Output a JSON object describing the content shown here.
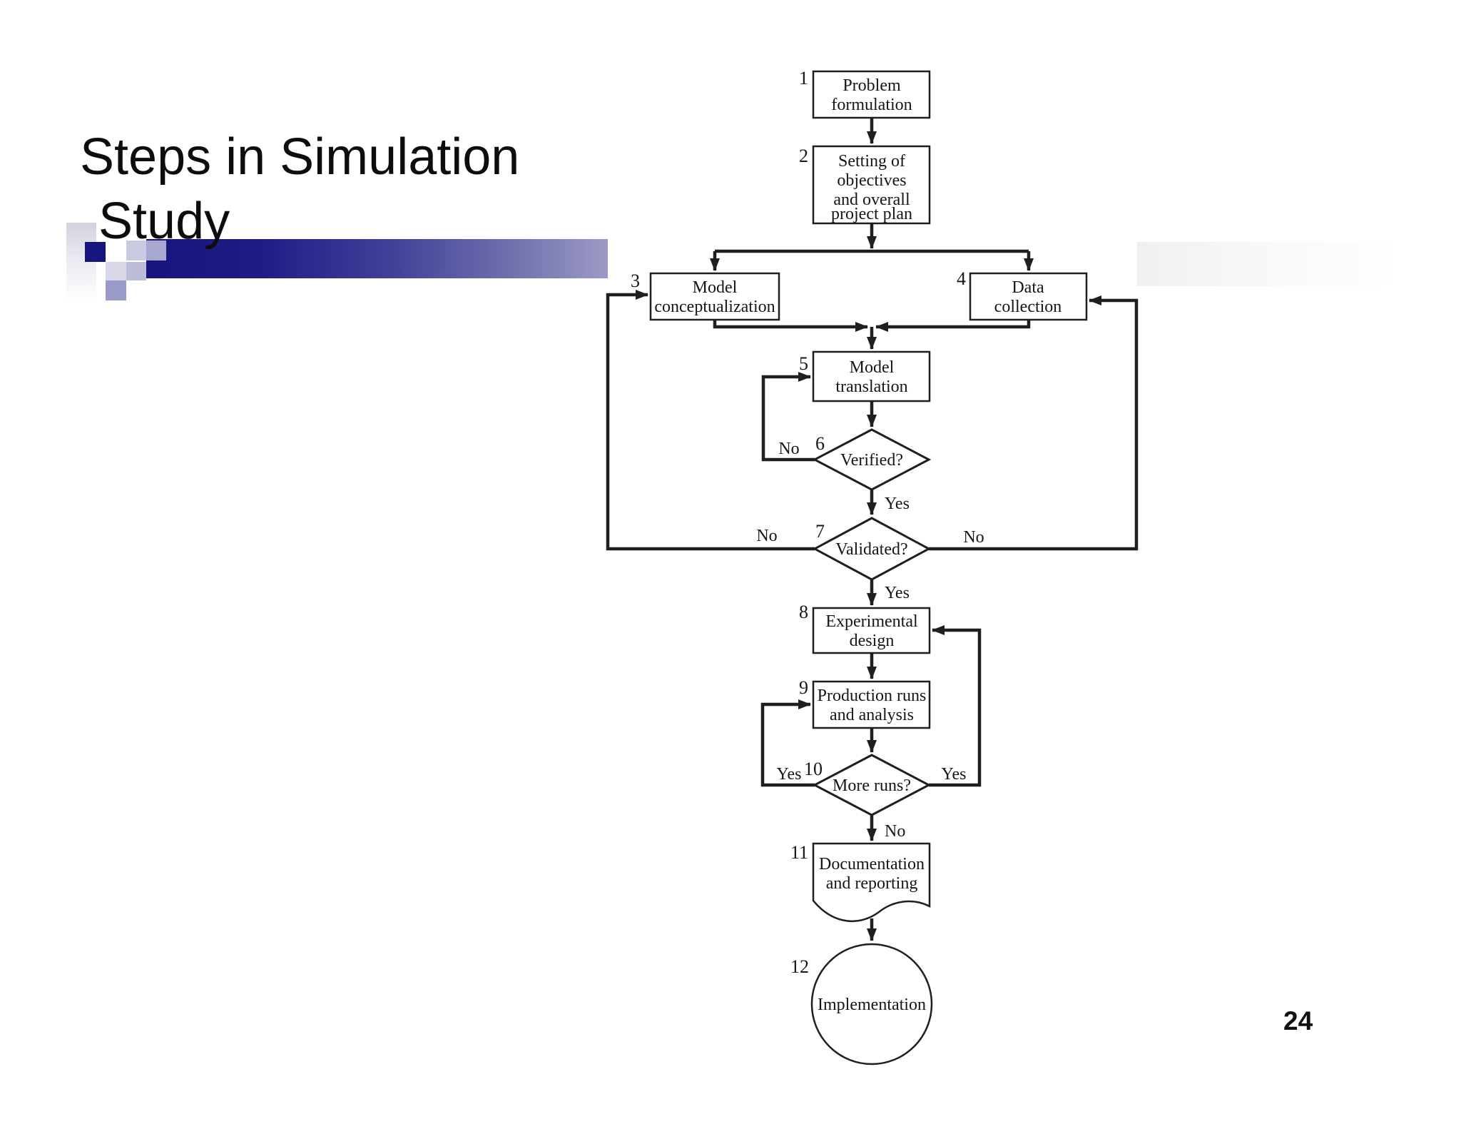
{
  "slide": {
    "title_line1": "Steps in Simulation",
    "title_line2": "Study",
    "page_number": "24"
  },
  "theme": {
    "bar_dark": "#16157d",
    "bar_light_end": "#9b9ac6",
    "accent_navy_square": "#17167e",
    "line_color": "#1f1f1f"
  },
  "flowchart": {
    "nodes": [
      {
        "num": "1",
        "shape": "process",
        "label_lines": [
          "Problem",
          "formulation"
        ]
      },
      {
        "num": "2",
        "shape": "process",
        "label_lines": [
          "Setting of",
          "objectives",
          "and overall",
          "project plan"
        ]
      },
      {
        "num": "3",
        "shape": "process",
        "label_lines": [
          "Model",
          "conceptualization"
        ]
      },
      {
        "num": "4",
        "shape": "process",
        "label_lines": [
          "Data",
          "collection"
        ]
      },
      {
        "num": "5",
        "shape": "process",
        "label_lines": [
          "Model",
          "translation"
        ]
      },
      {
        "num": "6",
        "shape": "decision",
        "label_lines": [
          "Verified?"
        ]
      },
      {
        "num": "7",
        "shape": "decision",
        "label_lines": [
          "Validated?"
        ]
      },
      {
        "num": "8",
        "shape": "process",
        "label_lines": [
          "Experimental",
          "design"
        ]
      },
      {
        "num": "9",
        "shape": "process",
        "label_lines": [
          "Production runs",
          "and analysis"
        ]
      },
      {
        "num": "10",
        "shape": "decision",
        "label_lines": [
          "More runs?"
        ]
      },
      {
        "num": "11",
        "shape": "document",
        "label_lines": [
          "Documentation",
          "and reporting"
        ]
      },
      {
        "num": "12",
        "shape": "terminator",
        "label_lines": [
          "Implementation"
        ]
      }
    ],
    "edge_labels": {
      "verified_no": "No",
      "verified_yes": "Yes",
      "validated_no_left": "No",
      "validated_no_right": "No",
      "validated_yes": "Yes",
      "more_runs_yes_left": "Yes",
      "more_runs_yes_right": "Yes",
      "more_runs_no": "No"
    }
  }
}
